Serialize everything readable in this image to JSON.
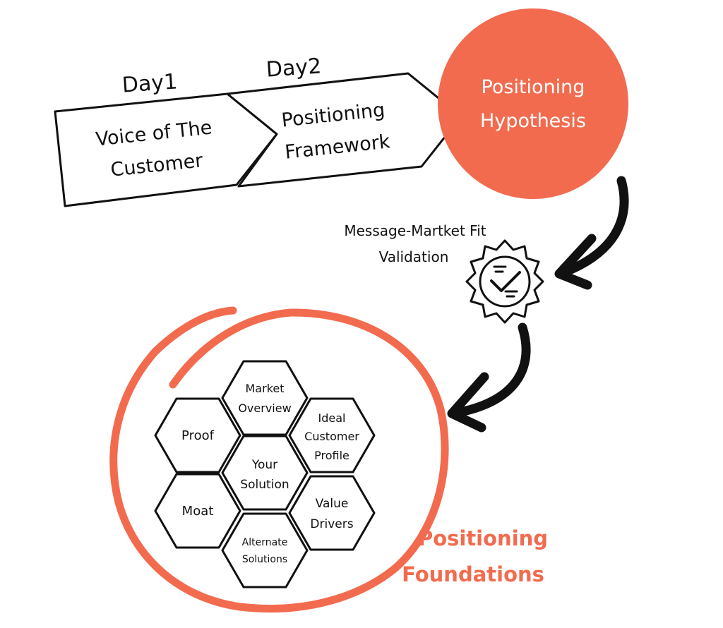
{
  "colors": {
    "accent": "#f26b4f",
    "ink": "#111111",
    "paper": "#ffffff"
  },
  "phases": {
    "day1": {
      "day_label": "Day1",
      "line1": "Voice of The",
      "line2": "Customer"
    },
    "day2": {
      "day_label": "Day2",
      "line1": "Positioning",
      "line2": "Framework"
    }
  },
  "hypothesis": {
    "line1": "Positioning",
    "line2": "Hypothesis"
  },
  "validation": {
    "line1": "Message-Martket Fit",
    "line2": "Validation",
    "icon": "verified-badge-icon"
  },
  "hexagons": {
    "market_overview": {
      "line1": "Market",
      "line2": "Overview"
    },
    "ideal_customer": {
      "line1": "Ideal",
      "line2": "Customer",
      "line3": "Profile"
    },
    "proof": {
      "line1": "Proof"
    },
    "your_solution": {
      "line1": "Your",
      "line2": "Solution"
    },
    "moat": {
      "line1": "Moat"
    },
    "value_drivers": {
      "line1": "Value",
      "line2": "Drivers"
    },
    "alternate_solutions": {
      "line1": "Alternate",
      "line2": "Solutions"
    }
  },
  "foundations": {
    "line1": "Positioning",
    "line2": "Foundations"
  }
}
